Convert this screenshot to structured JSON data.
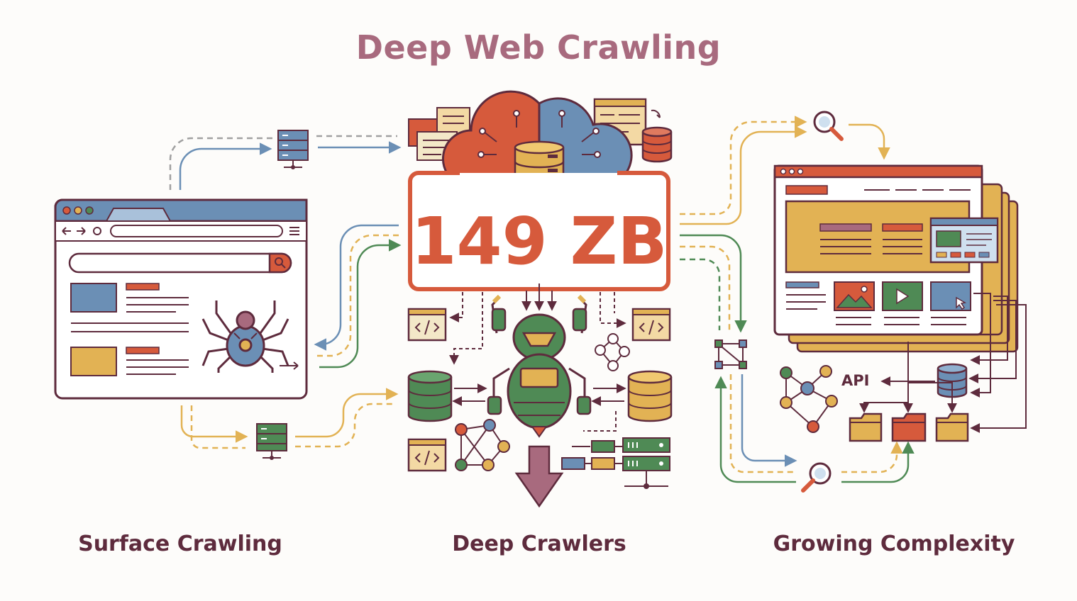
{
  "title": "Deep Web Crawling",
  "metric": "149 ZB",
  "api_label": "API",
  "captions": {
    "left": "Surface Crawling",
    "middle": "Deep Crawlers",
    "right": "Growing Complexity"
  },
  "colors": {
    "outline": "#5e2b3d",
    "red": "#d65a3c",
    "blue": "#6b8fb5",
    "yellow": "#e2b254",
    "green": "#4f8a55",
    "mauve": "#a86a7e"
  },
  "icons": [
    "browser-window-icon",
    "spider-icon",
    "server-icon",
    "cloud-database-icon",
    "robot-icon",
    "database-icon",
    "code-icon",
    "network-graph-icon",
    "magnifier-icon",
    "folder-icon",
    "down-arrow-icon"
  ]
}
